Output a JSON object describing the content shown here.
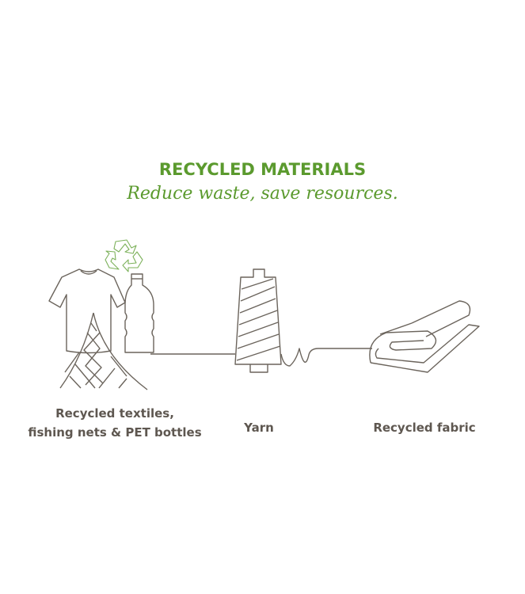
{
  "header": {
    "title": "RECYCLED MATERIALS",
    "subtitle": "Reduce waste, save resources."
  },
  "steps": [
    {
      "label_line1": "Recycled textiles,",
      "label_line2": "fishing nets & PET bottles",
      "icon": "textiles-nets-bottles-icon"
    },
    {
      "label": "Yarn",
      "icon": "yarn-spool-icon"
    },
    {
      "label": "Recycled fabric",
      "icon": "fabric-roll-icon"
    }
  ],
  "colors": {
    "accent": "#5b9a2e",
    "text": "#5e5750",
    "line": "#6b645c"
  }
}
